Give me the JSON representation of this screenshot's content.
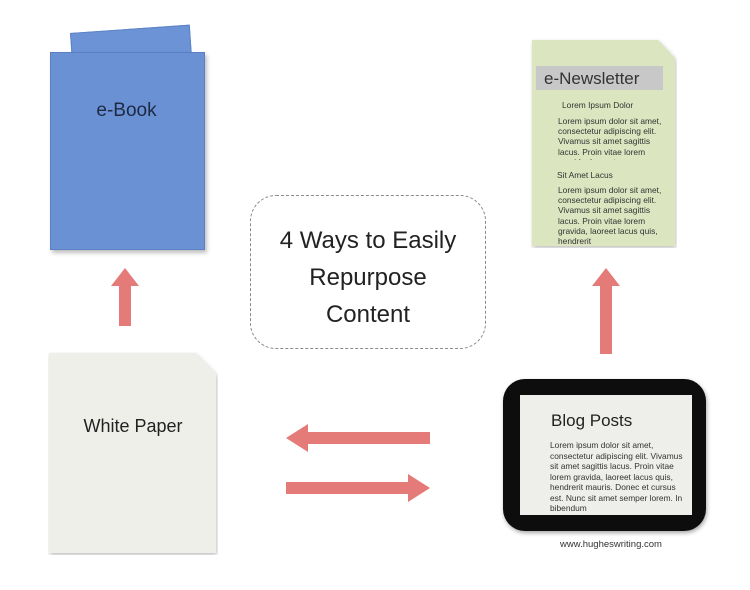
{
  "center_title": {
    "line1": "4 Ways to Easily",
    "line2": "Repurpose",
    "line3": "Content"
  },
  "ebook": {
    "label": "e-Book"
  },
  "newsletter": {
    "label": "e-Newsletter",
    "heading1": "Lorem Ipsum Dolor",
    "para1": "Lorem ipsum dolor sit amet, consectetur adipiscing elit. Vivamus sit amet sagittis lacus. Proin vitae lorem gravida, laoreet",
    "heading2": "Sit Amet Lacus",
    "para2": "Lorem ipsum dolor sit amet, consectetur adipiscing elit. Vivamus sit amet sagittis lacus. Proin vitae lorem gravida, laoreet lacus quis, hendrerit"
  },
  "white_paper": {
    "label": "White Paper"
  },
  "blog_posts": {
    "label": "Blog Posts",
    "body": "Lorem ipsum dolor sit amet, consectetur adipiscing elit. Vivamus sit amet sagittis lacus. Proin vitae lorem gravida, laoreet lacus quis, hendrerit mauris. Donec et cursus est. Nunc sit amet semper lorem. In bibendum"
  },
  "footer": {
    "url": "www.hugheswriting.com"
  },
  "colors": {
    "ebook": "#6a91d4",
    "newsletter": "#dbe6c0",
    "white_paper": "#efefea",
    "arrow": "#e47b78",
    "tablet": "#0d0d0d"
  }
}
